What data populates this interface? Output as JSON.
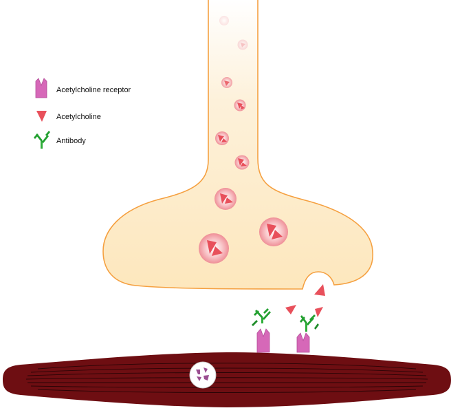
{
  "legend": {
    "receptor_label": "Acetylcholine receptor",
    "acetylcholine_label": "Acetylcholine",
    "antibody_label": "Antibody"
  },
  "colors": {
    "axon_fill": "#fde9c4",
    "axon_stroke": "#f5a040",
    "vesicle_fill": "#f7b9bd",
    "acetylcholine": "#e8505b",
    "receptor": "#d668b8",
    "antibody": "#22a030",
    "muscle": "#6e0e12",
    "muscle_lines": "#2a0406"
  },
  "icons": [
    "receptor-icon",
    "acetylcholine-icon",
    "antibody-icon"
  ]
}
